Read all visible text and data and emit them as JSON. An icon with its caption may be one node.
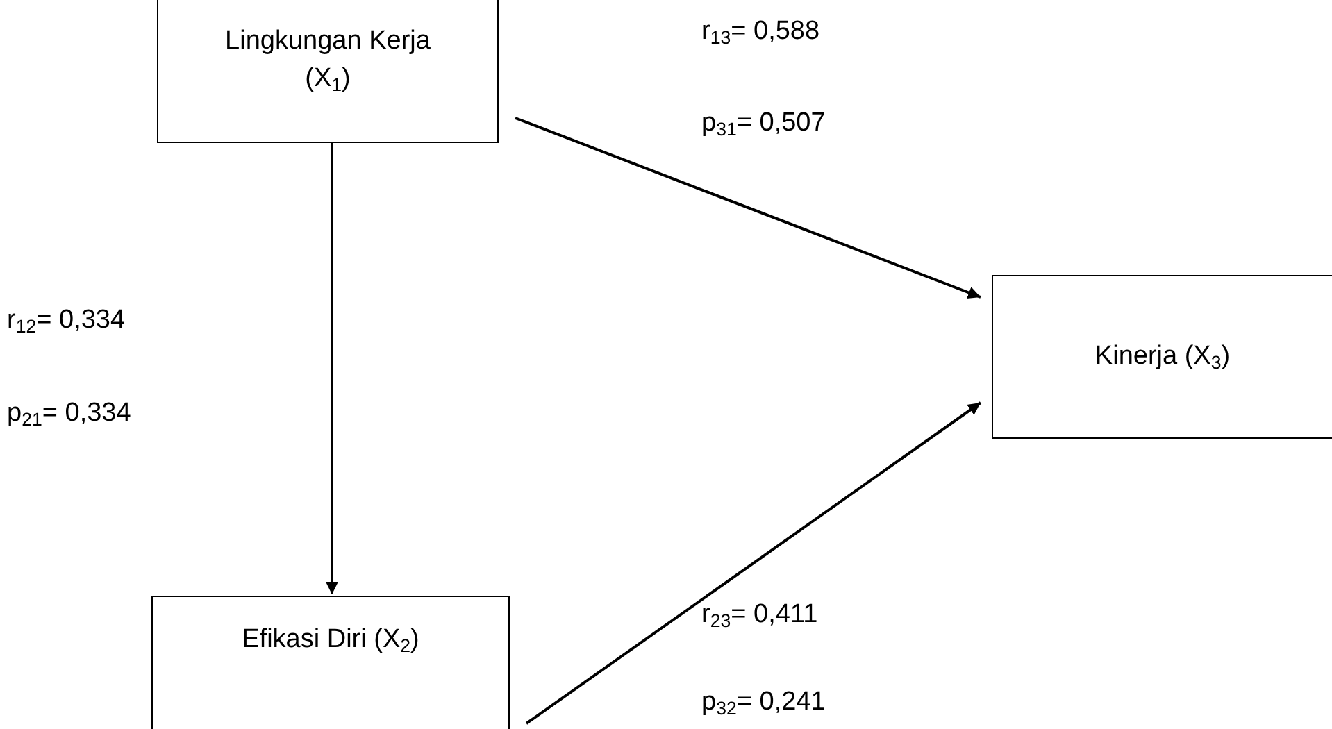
{
  "diagram": {
    "nodes": [
      {
        "text": [
          "Lingkungan Kerja (X$_{1}$)"
        ]
      },
      {
        "text": [
          "Efikasi Diri (X$_{2}$)"
        ]
      },
      {
        "text": [
          "Kinerja (X$_{3}$)"
        ]
      }
    ],
    "edges": [
      {
        "from": 0,
        "to": 1,
        "arrow": "to"
      },
      {
        "from": 0,
        "to": 2,
        "arrow": "to"
      },
      {
        "from": 1,
        "to": 2,
        "arrow": "to"
      }
    ],
    "labels": [
      "r$_{13}$= 0,588",
      "p$_{31}$= 0,507",
      "r$_{12}$= 0,334",
      "p$_{21}$= 0,334",
      "r$_{23}$= 0,411",
      "p$_{32}$= 0,241"
    ]
  }
}
